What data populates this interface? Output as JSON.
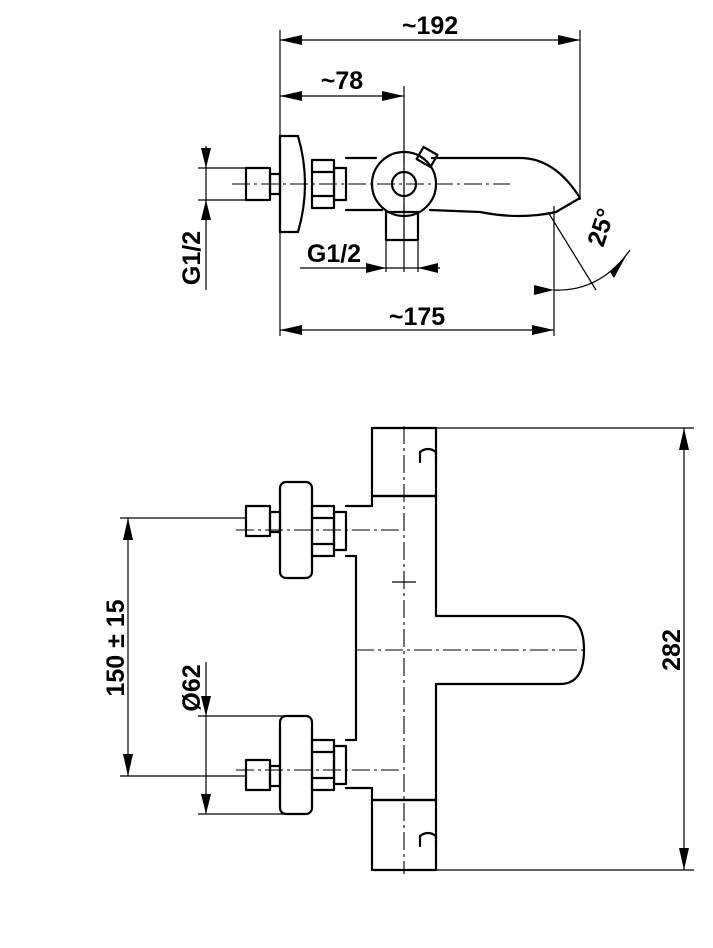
{
  "top_view": {
    "width_total": "~192",
    "width_to_axis": "~78",
    "width_lower": "~175",
    "inlet_thread": "G1/2",
    "outlet_thread": "G1/2",
    "spout_angle": "25°"
  },
  "front_view": {
    "inlet_spacing": "150 ± 15",
    "escutcheon_diameter": "Ø62",
    "total_height": "282"
  }
}
